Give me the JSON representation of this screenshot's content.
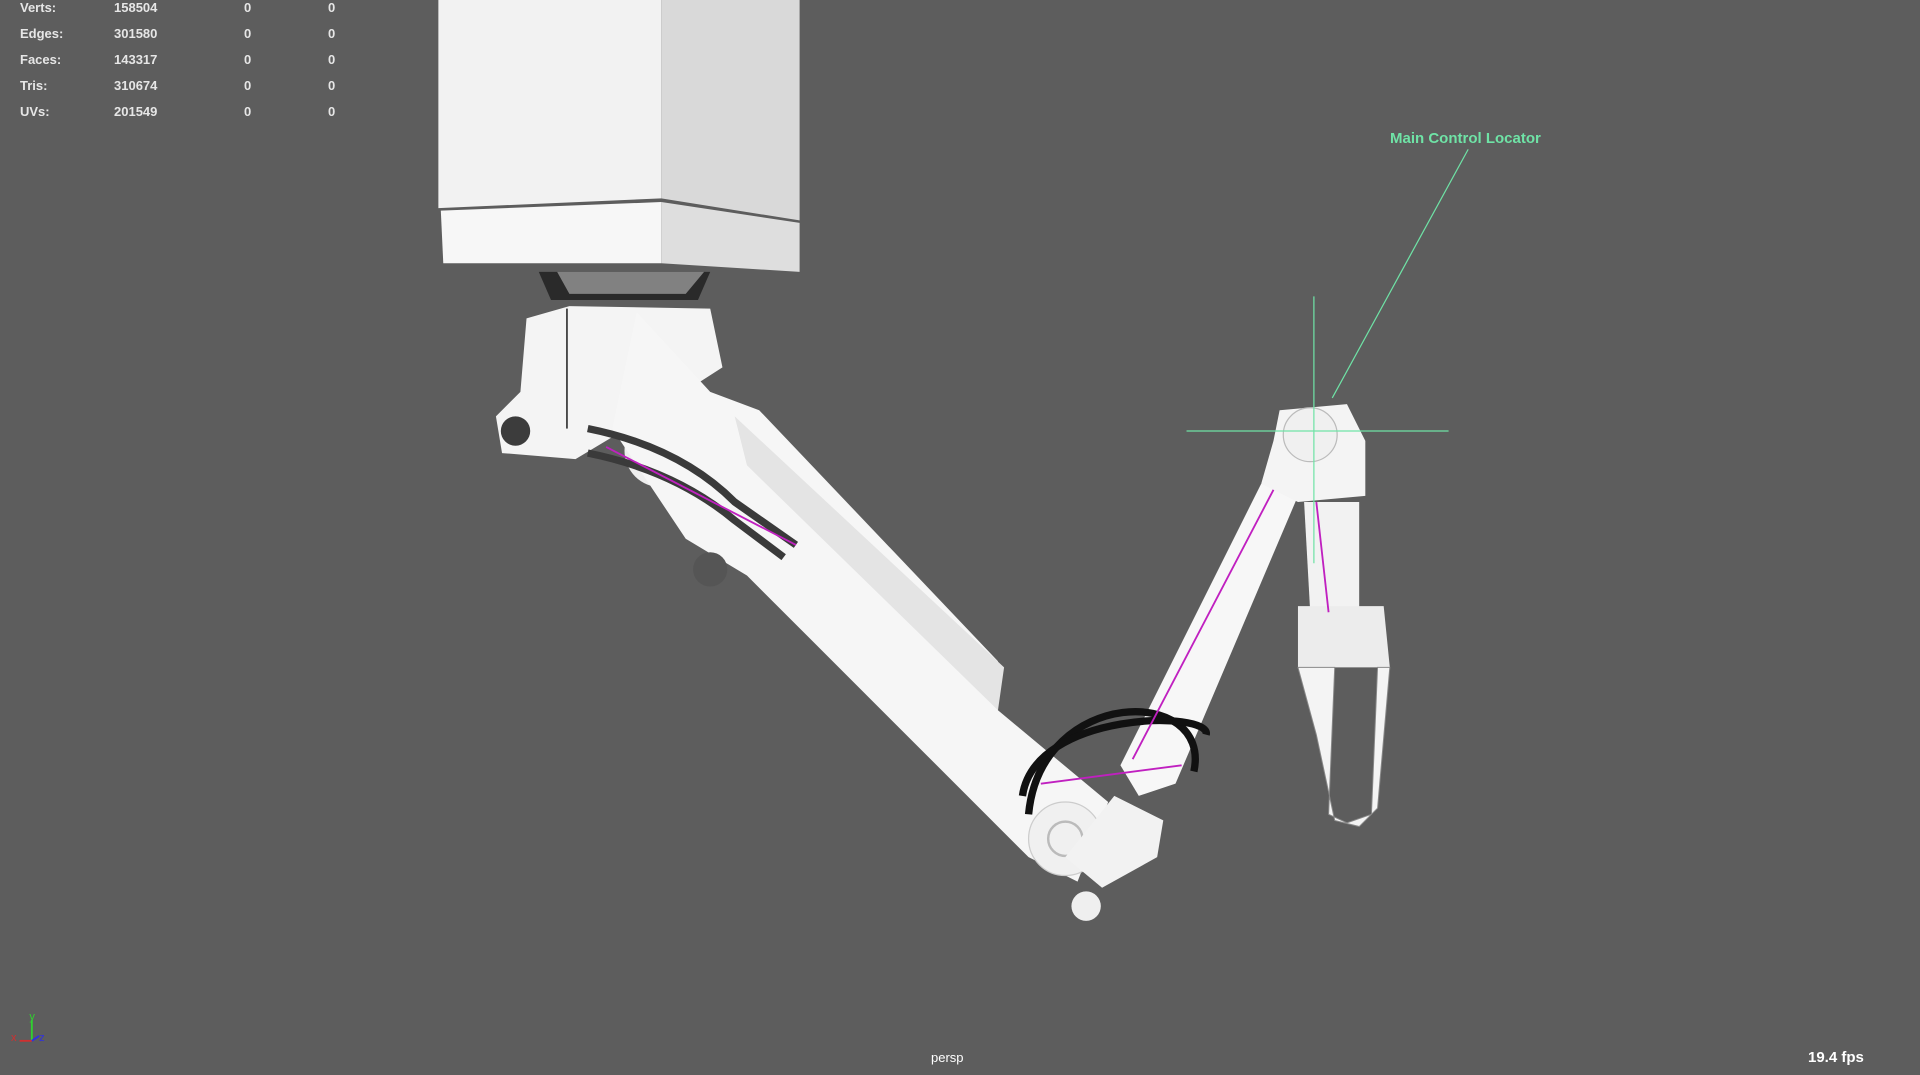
{
  "hud": {
    "stats": [
      {
        "label": "Verts:",
        "total": "158504",
        "selected": "0",
        "component": "0"
      },
      {
        "label": "Edges:",
        "total": "301580",
        "selected": "0",
        "component": "0"
      },
      {
        "label": "Faces:",
        "total": "143317",
        "selected": "0",
        "component": "0"
      },
      {
        "label": "Tris:",
        "total": "310674",
        "selected": "0",
        "component": "0"
      },
      {
        "label": "UVs:",
        "total": "201549",
        "selected": "0",
        "component": "0"
      }
    ],
    "camera": "persp",
    "fps": "19.4 fps"
  },
  "scene": {
    "locator_label": "Main Control Locator",
    "axis_labels": {
      "x": "x",
      "y": "y",
      "z": "z"
    },
    "colors": {
      "background": "#5d5d5d",
      "locator": "#6fe3a6",
      "ik_line": "#c020c0",
      "axis_x": "#d03030",
      "axis_y": "#30d030",
      "axis_z": "#3030e0"
    }
  }
}
